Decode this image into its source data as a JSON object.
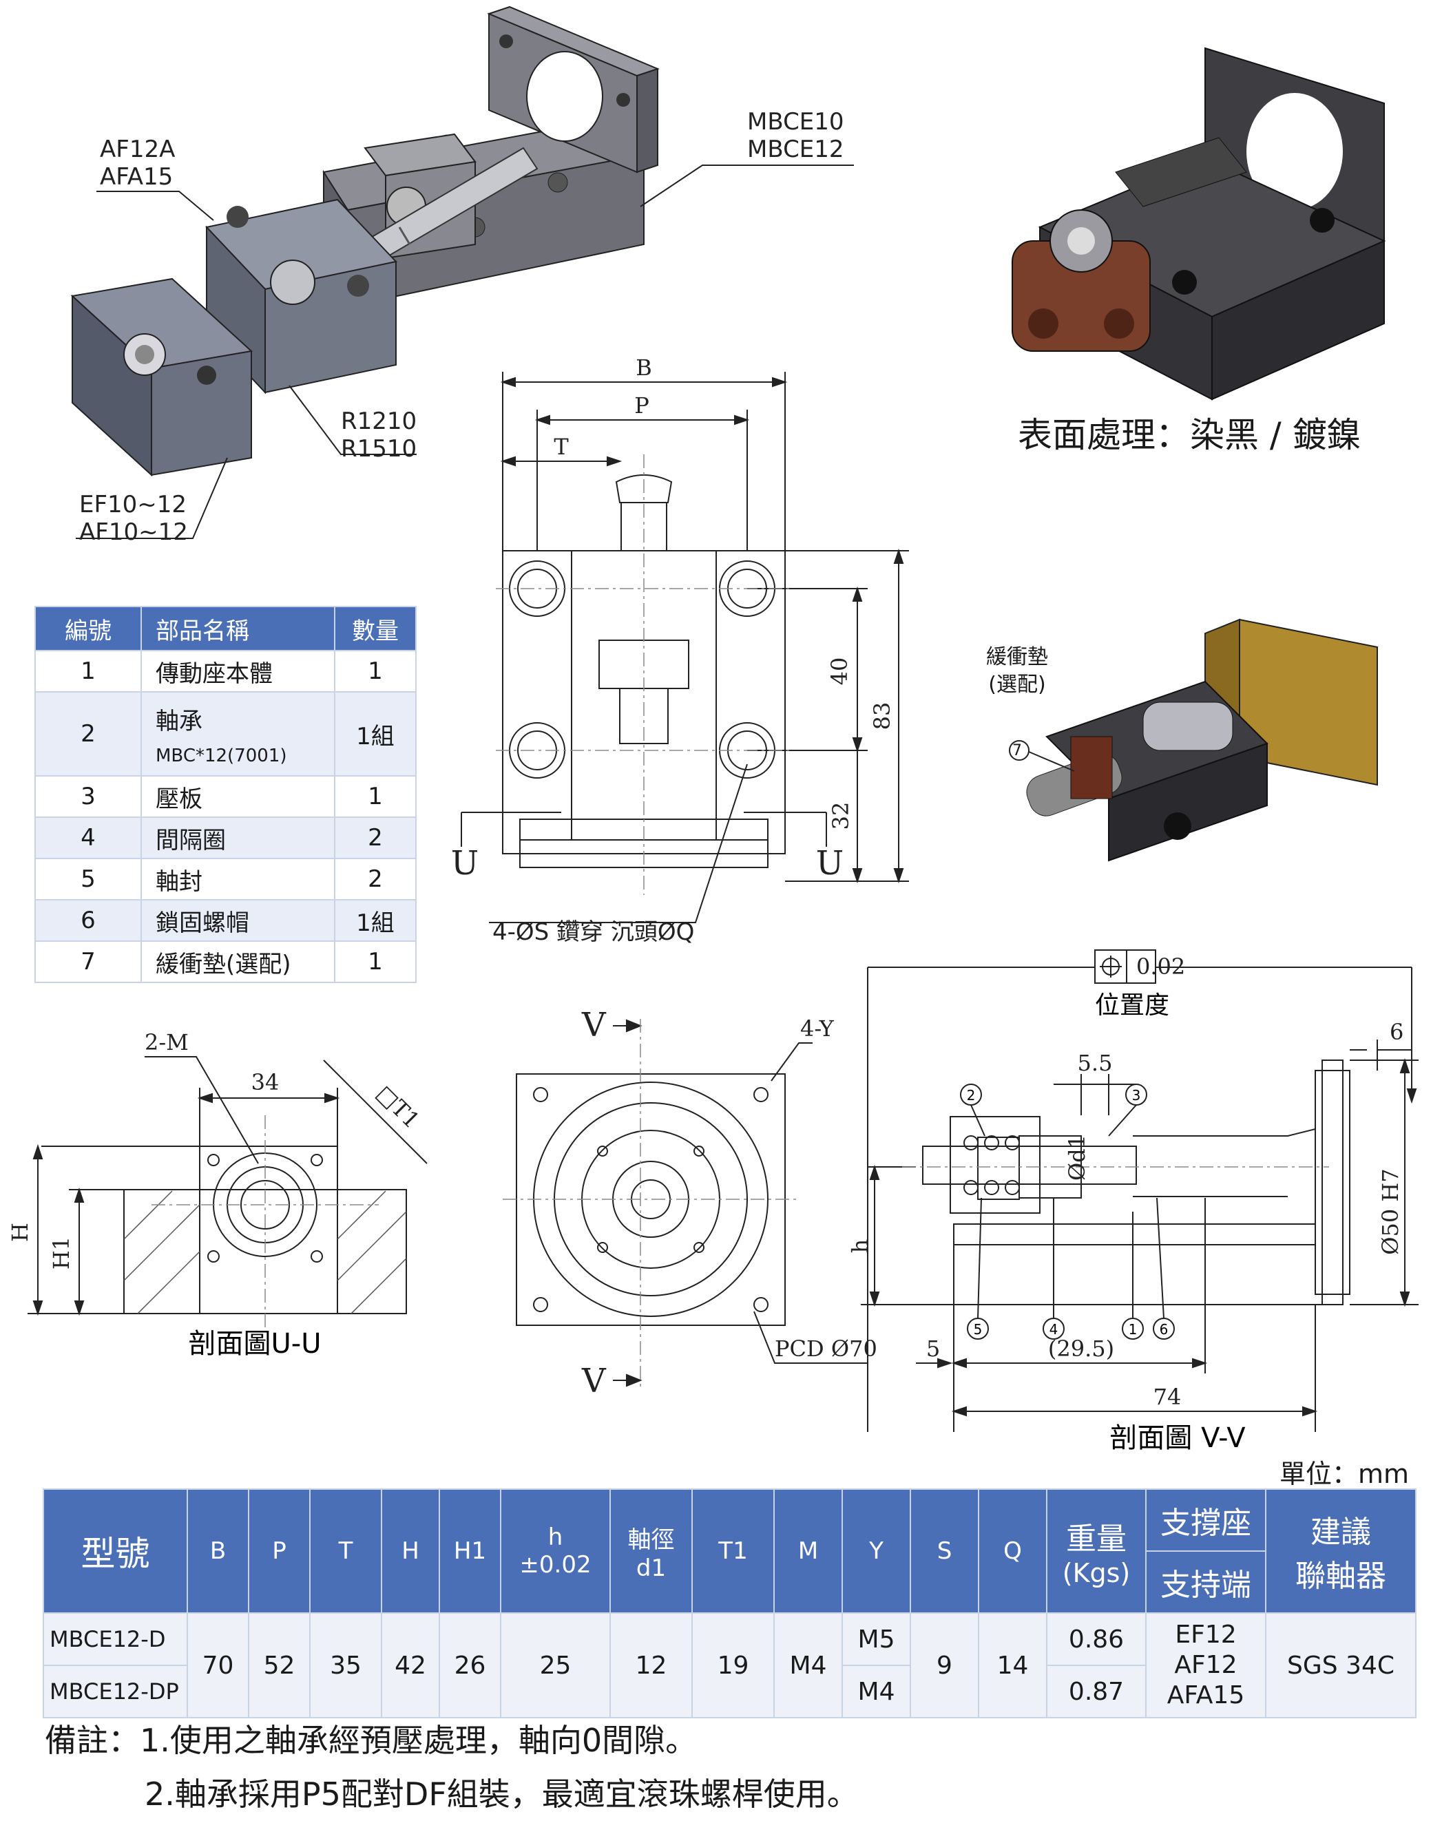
{
  "callouts": {
    "af12a": "AF12A",
    "afa15": "AFA15",
    "mbce10": "MBCE10",
    "mbce12": "MBCE12",
    "r1210": "R1210",
    "r1510": "R1510",
    "ef": "EF10~12",
    "af": "AF10~12"
  },
  "finish_text": "表面處理：染黑 / 鍍鎳",
  "buffer_label_1": "緩衝墊",
  "buffer_label_2": "(選配)",
  "buffer_marker": "7",
  "parts_table": {
    "headers": [
      "編號",
      "部品名稱",
      "數量"
    ],
    "rows": [
      {
        "no": "1",
        "name": "傳動座本體",
        "sub": "",
        "qty": "1"
      },
      {
        "no": "2",
        "name": "軸承",
        "sub": "MBC*12(7001)",
        "qty": "1組"
      },
      {
        "no": "3",
        "name": "壓板",
        "sub": "",
        "qty": "1"
      },
      {
        "no": "4",
        "name": "間隔圈",
        "sub": "",
        "qty": "2"
      },
      {
        "no": "5",
        "name": "軸封",
        "sub": "",
        "qty": "2"
      },
      {
        "no": "6",
        "name": "鎖固螺帽",
        "sub": "",
        "qty": "1組"
      },
      {
        "no": "7",
        "name": "緩衝墊(選配)",
        "sub": "",
        "qty": "1"
      }
    ]
  },
  "top_view": {
    "B": "B",
    "P": "P",
    "T": "T",
    "d40": "40",
    "d83": "83",
    "d32": "32",
    "U": "U",
    "hole_note": "4-ØS 鑽穿 沉頭ØQ"
  },
  "section_uu": {
    "m": "2-M",
    "d34": "34",
    "t1": "□T1",
    "H": "H",
    "H1": "H1",
    "title": "剖面圖U-U"
  },
  "front_view": {
    "V": "V",
    "y": "4-Y",
    "pcd": "PCD Ø70"
  },
  "section_vv": {
    "tol_value": "0.02",
    "tol_label": "位置度",
    "d6": "6",
    "d55": "5.5",
    "d1": "Ød1",
    "d50": "Ø50 H7",
    "h": "h",
    "d5": "5",
    "d295": "(29.5)",
    "d74": "74",
    "markers": [
      "1",
      "2",
      "3",
      "4",
      "5",
      "6"
    ],
    "title": "剖面圖 V-V"
  },
  "unit_text": "單位：mm",
  "spec_table": {
    "h_model": "型號",
    "h_B": "B",
    "h_P": "P",
    "h_T": "T",
    "h_H": "H",
    "h_H1": "H1",
    "h_h1": "h",
    "h_h2": "±0.02",
    "h_d1a": "軸徑",
    "h_d1b": "d1",
    "h_T1": "T1",
    "h_M": "M",
    "h_Y": "Y",
    "h_S": "S",
    "h_Q": "Q",
    "h_w1": "重量",
    "h_w2": "(Kgs)",
    "h_sup1": "支撐座",
    "h_sup2": "支持端",
    "h_cpl1": "建議",
    "h_cpl2": "聯軸器",
    "model1": "MBCE12-D",
    "model2": "MBCE12-DP",
    "B": "70",
    "P": "52",
    "T": "35",
    "H": "42",
    "H1": "26",
    "h": "25",
    "d1": "12",
    "T1": "19",
    "M": "M4",
    "Y1": "M5",
    "Y2": "M4",
    "S": "9",
    "Q": "14",
    "w1": "0.86",
    "w2": "0.87",
    "support": [
      "EF12",
      "AF12",
      "AFA15"
    ],
    "coupling": "SGS 34C"
  },
  "notes": {
    "n1": "備註：1.使用之軸承經預壓處理，軸向0間隙。",
    "n2": "2.軸承採用P5配對DF組裝，最適宜滾珠螺桿使用。"
  }
}
